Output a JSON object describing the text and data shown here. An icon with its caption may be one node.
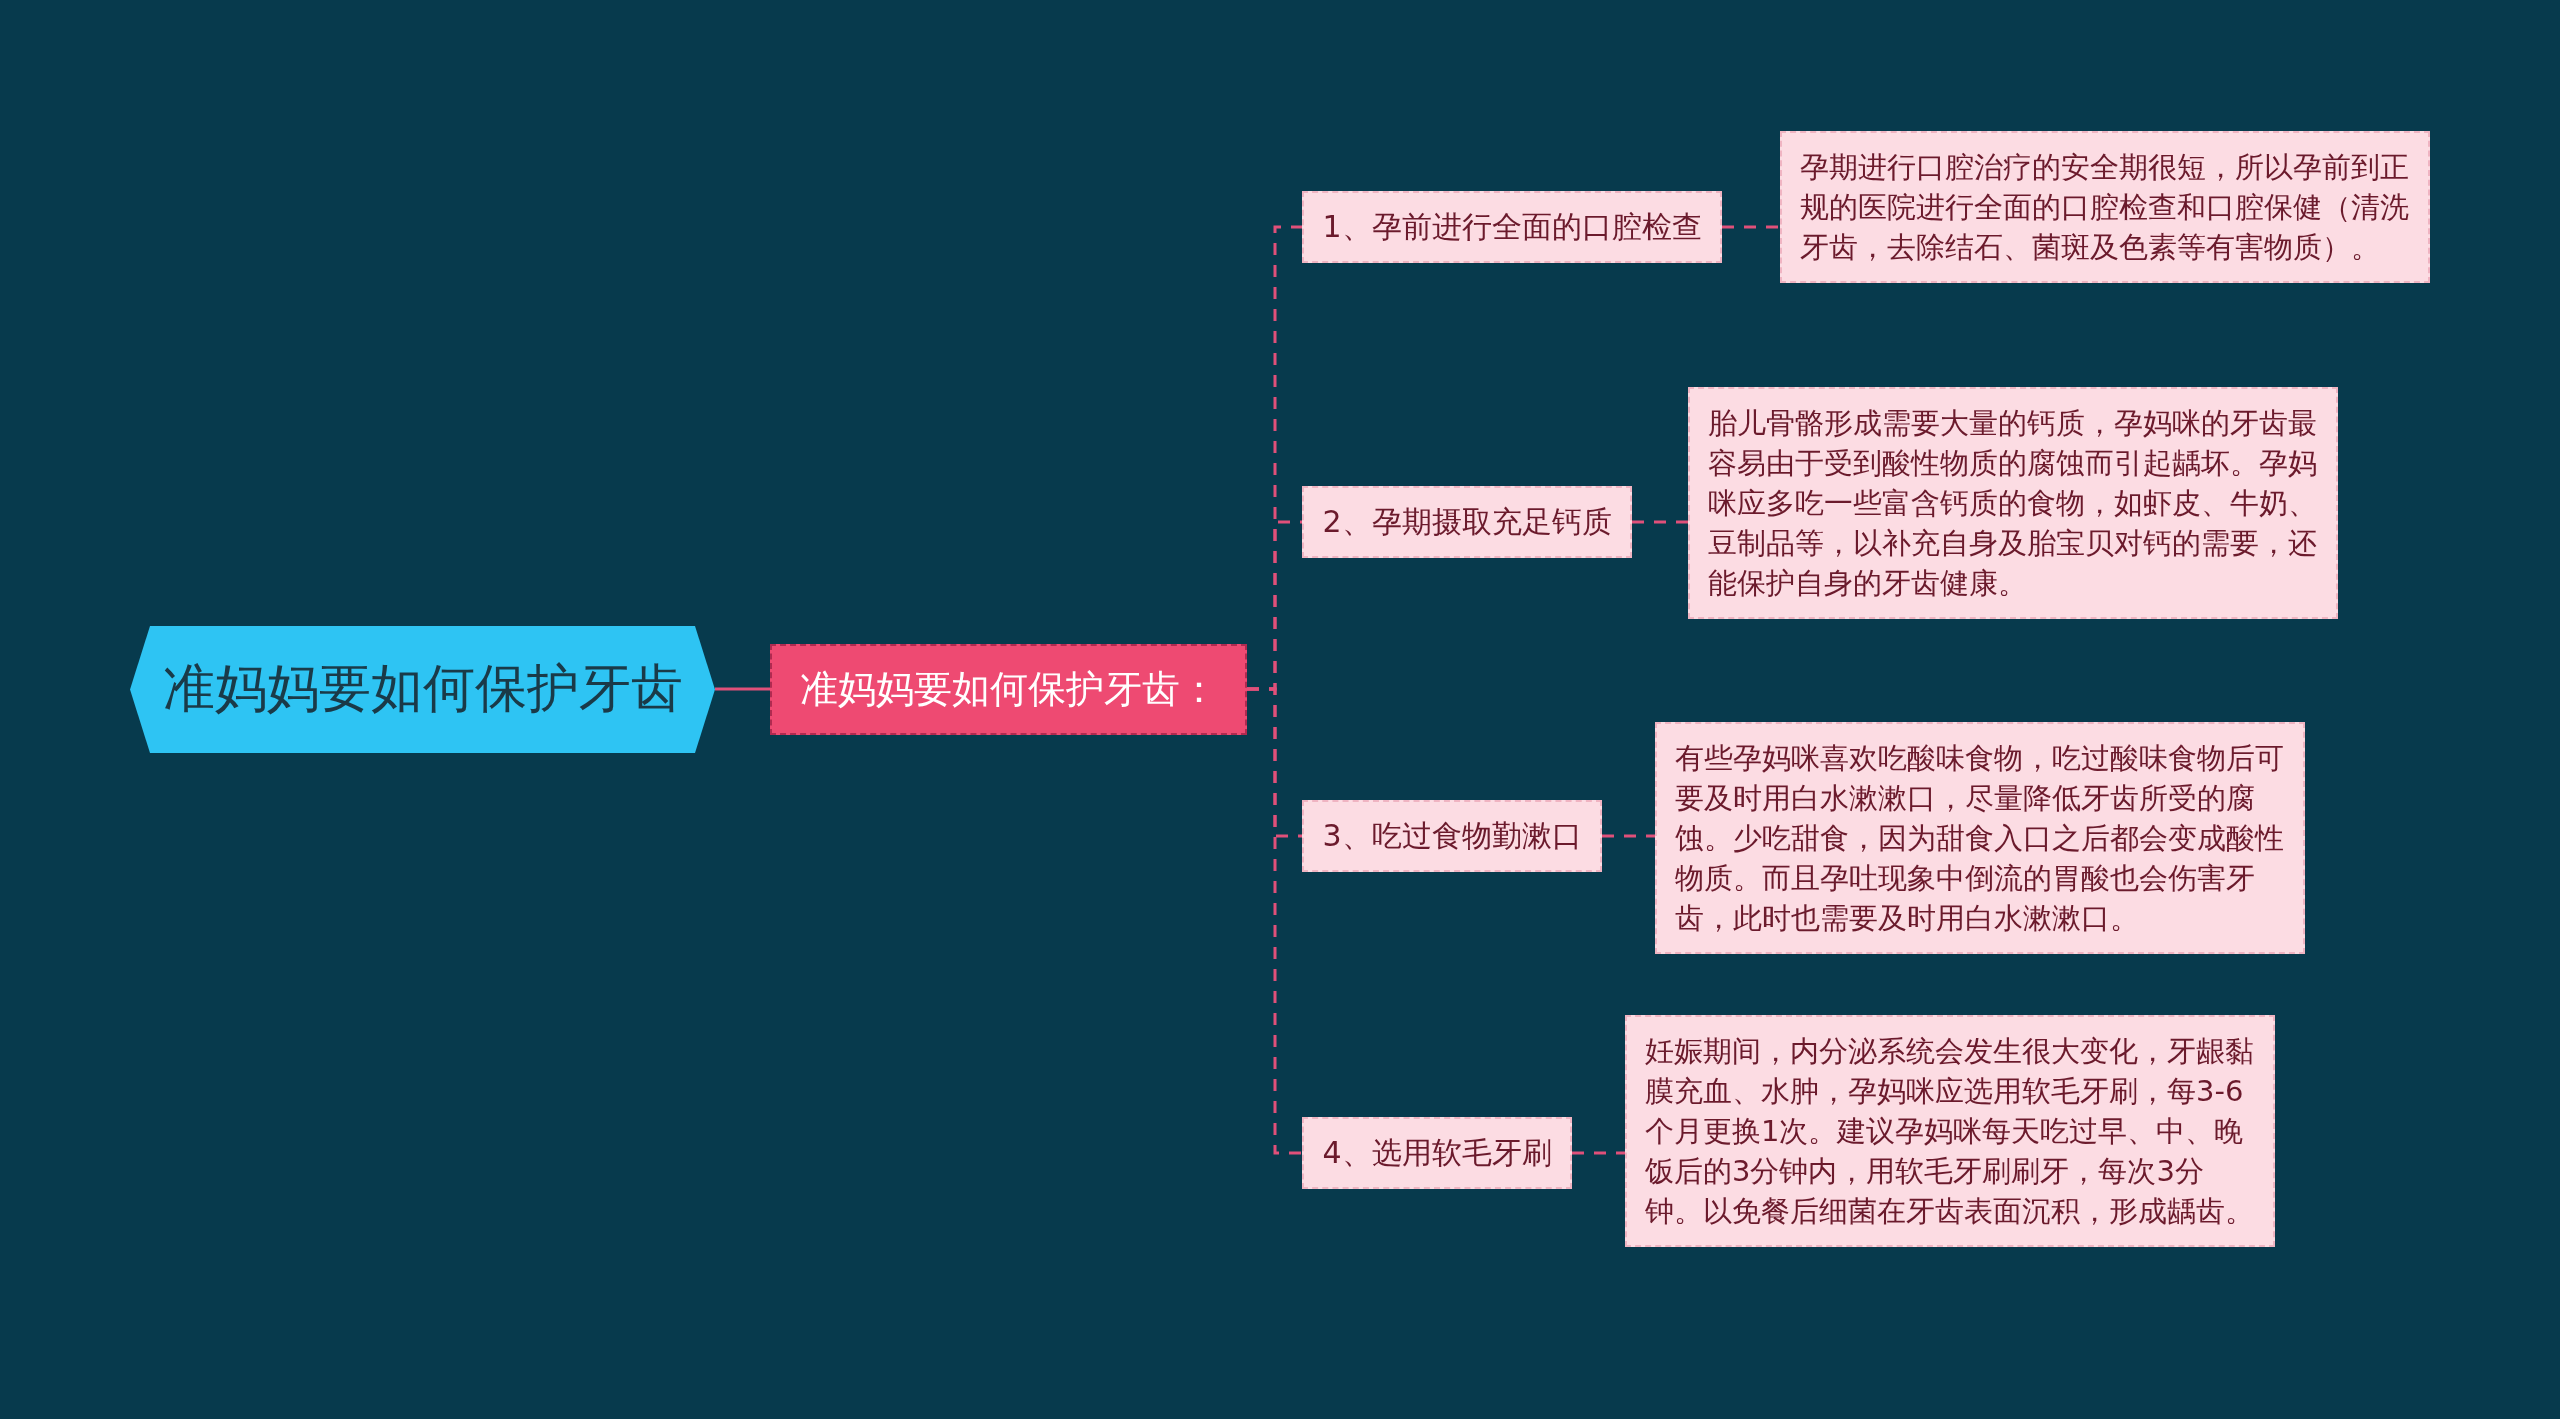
{
  "diagram": {
    "nodes": [
      {
        "text": [
          "准妈妈要如何保护牙齿"
        ]
      },
      {
        "text": [
          "准妈妈要如何保护牙齿："
        ]
      },
      {
        "text": [
          "1、孕前进行全面的口腔检查"
        ]
      },
      {
        "text": [
          "孕期进行口腔治疗的安全期很短，所以孕前到正规的医院进行全面的口腔检查和口腔保健（清洗牙齿，去除结石、菌斑及色素等有害物质）。"
        ]
      },
      {
        "text": [
          "2、孕期摄取充足钙质"
        ]
      },
      {
        "text": [
          "胎儿骨骼形成需要大量的钙质，孕妈咪的牙齿最容易由于受到酸性物质的腐蚀而引起龋坏。孕妈咪应多吃一些富含钙质的食物，如虾皮、牛奶、豆制品等，以补充自身及胎宝贝对钙的需要，还能保护自身的牙齿健康。"
        ]
      },
      {
        "text": [
          "3、吃过食物勤漱口"
        ]
      },
      {
        "text": [
          "有些孕妈咪喜欢吃酸味食物，吃过酸味食物后可要及时用白水漱漱口，尽量降低牙齿所受的腐蚀。少吃甜食，因为甜食入口之后都会变成酸性物质。而且孕吐现象中倒流的胃酸也会伤害牙齿，此时也需要及时用白水漱漱口。"
        ]
      },
      {
        "text": [
          "4、选用软毛牙刷"
        ]
      },
      {
        "text": [
          "妊娠期间，内分泌系统会发生很大变化，牙龈黏膜充血、水肿，孕妈咪应选用软毛牙刷，每3-6个月更换1次。建议孕妈咪每天吃过早、中、晚饭后的3分钟内，用软毛牙刷刷牙，每次3分钟。以免餐后细菌在牙齿表面沉积，形成龋齿。"
        ]
      }
    ],
    "edges": [
      {
        "from": 0,
        "to": 1,
        "arrow": "none"
      },
      {
        "from": 1,
        "to": 2,
        "arrow": "none",
        "style": "dashed"
      },
      {
        "from": 1,
        "to": 4,
        "arrow": "none",
        "style": "dashed"
      },
      {
        "from": 1,
        "to": 6,
        "arrow": "none",
        "style": "dashed"
      },
      {
        "from": 1,
        "to": 8,
        "arrow": "none",
        "style": "dashed"
      },
      {
        "from": 2,
        "to": 3,
        "arrow": "none",
        "style": "dashed"
      },
      {
        "from": 4,
        "to": 5,
        "arrow": "none",
        "style": "dashed"
      },
      {
        "from": 6,
        "to": 7,
        "arrow": "none",
        "style": "dashed"
      },
      {
        "from": 8,
        "to": 9,
        "arrow": "none",
        "style": "dashed"
      }
    ]
  }
}
